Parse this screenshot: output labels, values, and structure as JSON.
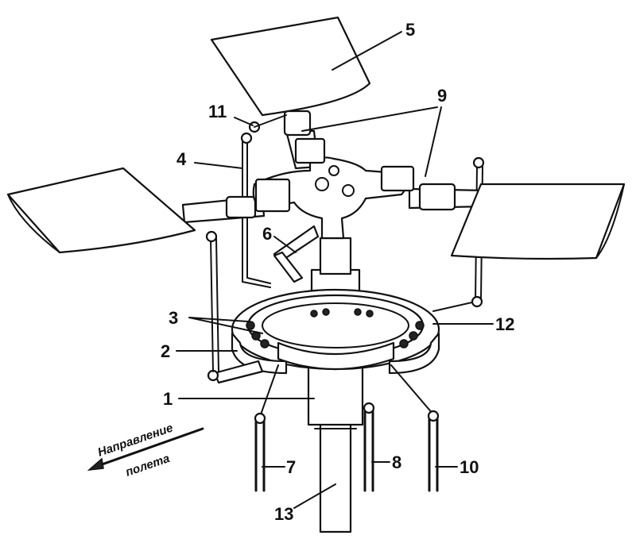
{
  "diagram": {
    "direction_line1": "Направление",
    "direction_line2": "полета",
    "labels": {
      "l1": "1",
      "l2": "2",
      "l3": "3",
      "l4": "4",
      "l5": "5",
      "l6": "6",
      "l7": "7",
      "l8": "8",
      "l9": "9",
      "l10": "10",
      "l11": "11",
      "l12": "12",
      "l13": "13"
    }
  }
}
